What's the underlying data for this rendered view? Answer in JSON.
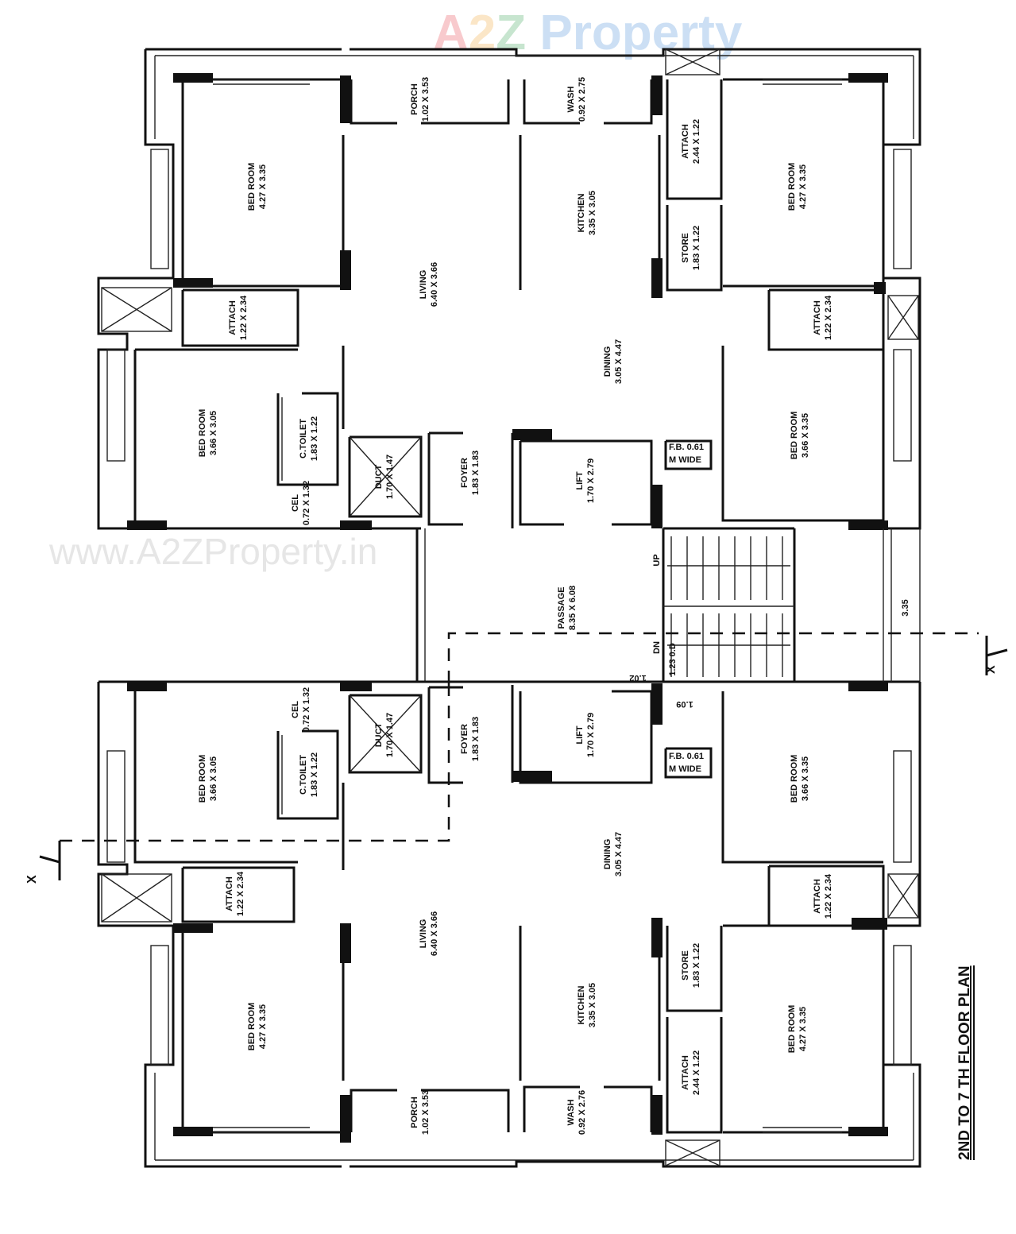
{
  "title": "2ND TO 7 TH FLOOR PLAN",
  "watermark_url": "www.A2ZProperty.in",
  "logo": {
    "text1": "A",
    "text2": "2",
    "text3": "Z",
    "text4": " Property",
    "color1": "#e8454f",
    "color2": "#f2a93b",
    "color3": "#3aa655",
    "color4": "#4a8fd8"
  },
  "top_unit": {
    "porch": {
      "name": "PORCH",
      "size": "1.02 X 3.53"
    },
    "wash": {
      "name": "WASH",
      "size": "0.92 X 2.75"
    },
    "bed_left": {
      "name": "BED ROOM",
      "size": "4.27 X 3.35"
    },
    "bed_right": {
      "name": "BED ROOM",
      "size": "4.27 X 3.35"
    },
    "attach_top_right": {
      "name": "ATTACH",
      "size": "2.44 X 1.22"
    },
    "store": {
      "name": "STORE",
      "size": "1.83 X 1.22"
    },
    "kitchen": {
      "name": "KITCHEN",
      "size": "3.35 X 3.05"
    },
    "living": {
      "name": "LIVING",
      "size": "6.40 X 3.66"
    },
    "dining": {
      "name": "DINING",
      "size": "3.05 X 4.47"
    },
    "attach_left": {
      "name": "ATTACH",
      "size": "1.22 X 2.34"
    },
    "attach_right": {
      "name": "ATTACH",
      "size": "1.22 X 2.34"
    },
    "bed_left_lower": {
      "name": "BED ROOM",
      "size": "3.66 X 3.05"
    },
    "ctoilet": {
      "name": "C.TOILET",
      "size": "1.83 X 1.22"
    },
    "cel": {
      "name": "CEL",
      "size": "0.72 X 1.32"
    },
    "duct": {
      "name": "DUCT",
      "size": "1.70 X 1.47"
    },
    "foyer": {
      "name": "FOYER",
      "size": "1.83 X 1.83"
    },
    "lift": {
      "name": "LIFT",
      "size": "1.70 X 2.79"
    },
    "fb": {
      "name": "F.B. 0.61",
      "size": "M WIDE"
    },
    "bed_right_lower": {
      "name": "BED ROOM",
      "size": "3.66 X 3.35"
    }
  },
  "bottom_unit": {
    "porch": {
      "name": "PORCH",
      "size": "1.02 X 3.53"
    },
    "wash": {
      "name": "WASH",
      "size": "0.92 X 2.76"
    },
    "bed_left": {
      "name": "BED ROOM",
      "size": "4.27 X 3.35"
    },
    "bed_right": {
      "name": "BED ROOM",
      "size": "4.27 X 3.35"
    },
    "attach_bottom_right": {
      "name": "ATTACH",
      "size": "2.44 X 1.22"
    },
    "store": {
      "name": "STORE",
      "size": "1.83 X 1.22"
    },
    "kitchen": {
      "name": "KITCHEN",
      "size": "3.35 X 3.05"
    },
    "living": {
      "name": "LIVING",
      "size": "6.40 X 3.66"
    },
    "dining": {
      "name": "DINING",
      "size": "3.05 X 4.47"
    },
    "attach_left": {
      "name": "ATTACH",
      "size": "1.22 X 2.34"
    },
    "attach_right": {
      "name": "ATTACH",
      "size": "1.22 X 2.34"
    },
    "bed_left_upper": {
      "name": "BED ROOM",
      "size": "3.66 X 3.05"
    },
    "ctoilet": {
      "name": "C.TOILET",
      "size": "1.83 X 1.22"
    },
    "cel": {
      "name": "CEL",
      "size": "0.72 X 1.32"
    },
    "duct": {
      "name": "DUCT",
      "size": "1.70 X 1.47"
    },
    "foyer": {
      "name": "FOYER",
      "size": "1.83 X 1.83"
    },
    "lift": {
      "name": "LIFT",
      "size": "1.70 X 2.79"
    },
    "fb": {
      "name": "F.B. 0.61",
      "size": "M WIDE"
    },
    "bed_right_upper": {
      "name": "BED ROOM",
      "size": "3.66 X 3.35"
    }
  },
  "passage": {
    "name": "PASSAGE",
    "size": "8.35 X 6.08"
  },
  "stairs": {
    "up": "UP",
    "dn": "DN",
    "dim1": "1.23 0.D",
    "dim2": "1.02",
    "dim3": "1.09"
  },
  "dimension_335": "3.35",
  "section_marks": {
    "right": "X",
    "left": "X"
  }
}
